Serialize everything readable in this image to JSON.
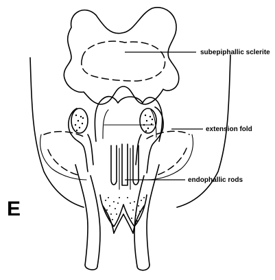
{
  "panel_letter": "E",
  "labels": {
    "subepiphallic": "subepiphallic sclerite",
    "extension_fold": "extension fold",
    "endophallic_rods": "endophallic rods"
  }
}
